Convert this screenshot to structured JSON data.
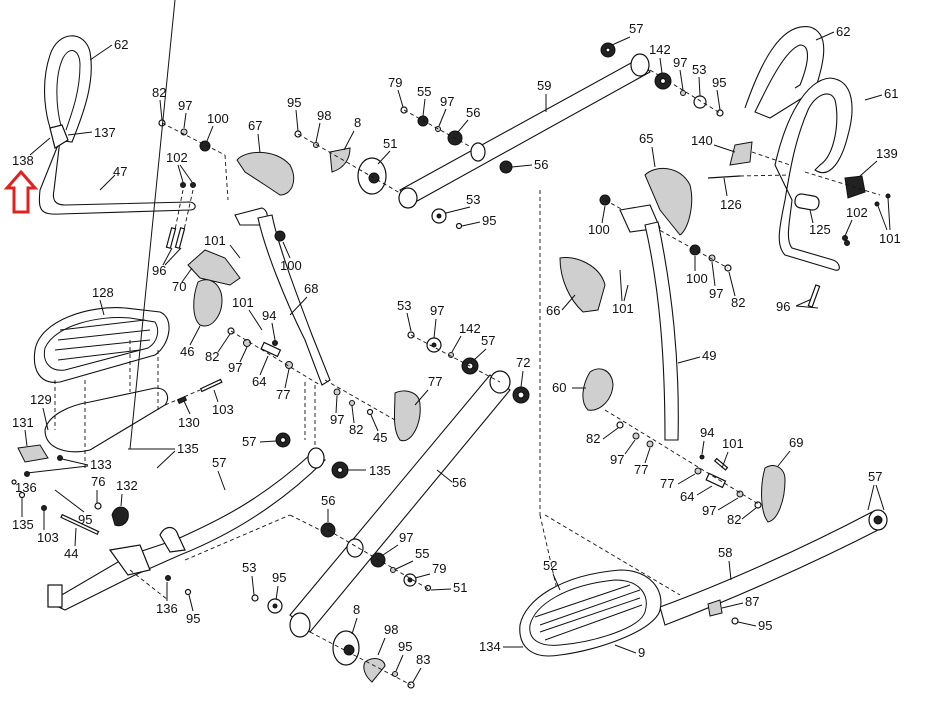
{
  "diagram": {
    "title": "Elliptical trainer exploded parts view",
    "highlight": {
      "part": "138",
      "marker": "up-arrow",
      "color": "#e0211f"
    },
    "labels": [
      {
        "id": "62-left",
        "text": "62"
      },
      {
        "id": "137",
        "text": "137"
      },
      {
        "id": "138",
        "text": "138"
      },
      {
        "id": "47",
        "text": "47"
      },
      {
        "id": "82-a",
        "text": "82"
      },
      {
        "id": "97-a",
        "text": "97"
      },
      {
        "id": "100-a",
        "text": "100"
      },
      {
        "id": "102-a",
        "text": "102"
      },
      {
        "id": "96-a",
        "text": "96"
      },
      {
        "id": "67",
        "text": "67"
      },
      {
        "id": "101-a",
        "text": "101"
      },
      {
        "id": "100-b",
        "text": "100"
      },
      {
        "id": "68",
        "text": "68"
      },
      {
        "id": "70",
        "text": "70"
      },
      {
        "id": "46",
        "text": "46"
      },
      {
        "id": "101-b",
        "text": "101"
      },
      {
        "id": "94-a",
        "text": "94"
      },
      {
        "id": "82-b",
        "text": "82"
      },
      {
        "id": "97-b",
        "text": "97"
      },
      {
        "id": "64-a",
        "text": "64"
      },
      {
        "id": "77-a",
        "text": "77"
      },
      {
        "id": "95-a",
        "text": "95"
      },
      {
        "id": "98-a",
        "text": "98"
      },
      {
        "id": "8-a",
        "text": "8"
      },
      {
        "id": "51-a",
        "text": "51"
      },
      {
        "id": "79-a",
        "text": "79"
      },
      {
        "id": "55-a",
        "text": "55"
      },
      {
        "id": "97-c",
        "text": "97"
      },
      {
        "id": "56-a",
        "text": "56"
      },
      {
        "id": "59",
        "text": "59"
      },
      {
        "id": "56-b",
        "text": "56"
      },
      {
        "id": "53-a",
        "text": "53"
      },
      {
        "id": "95-b",
        "text": "95"
      },
      {
        "id": "57-a",
        "text": "57"
      },
      {
        "id": "142-a",
        "text": "142"
      },
      {
        "id": "97-d",
        "text": "97"
      },
      {
        "id": "53-b",
        "text": "53"
      },
      {
        "id": "95-c",
        "text": "95"
      },
      {
        "id": "62-right",
        "text": "62"
      },
      {
        "id": "61",
        "text": "61"
      },
      {
        "id": "65",
        "text": "65"
      },
      {
        "id": "140",
        "text": "140"
      },
      {
        "id": "126",
        "text": "126"
      },
      {
        "id": "139",
        "text": "139"
      },
      {
        "id": "125",
        "text": "125"
      },
      {
        "id": "102-b",
        "text": "102"
      },
      {
        "id": "101-c",
        "text": "101"
      },
      {
        "id": "96-b",
        "text": "96"
      },
      {
        "id": "100-c",
        "text": "100"
      },
      {
        "id": "100-d",
        "text": "100"
      },
      {
        "id": "97-e",
        "text": "97"
      },
      {
        "id": "82-c",
        "text": "82"
      },
      {
        "id": "66",
        "text": "66"
      },
      {
        "id": "101-d",
        "text": "101"
      },
      {
        "id": "49",
        "text": "49"
      },
      {
        "id": "128",
        "text": "128"
      },
      {
        "id": "129",
        "text": "129"
      },
      {
        "id": "131",
        "text": "131"
      },
      {
        "id": "130",
        "text": "130"
      },
      {
        "id": "103-a",
        "text": "103"
      },
      {
        "id": "135-a",
        "text": "135"
      },
      {
        "id": "133",
        "text": "133"
      },
      {
        "id": "136-a",
        "text": "136"
      },
      {
        "id": "135-b",
        "text": "135"
      },
      {
        "id": "103-b",
        "text": "103"
      },
      {
        "id": "95-d",
        "text": "95"
      },
      {
        "id": "76",
        "text": "76"
      },
      {
        "id": "132",
        "text": "132"
      },
      {
        "id": "44",
        "text": "44"
      },
      {
        "id": "57-b",
        "text": "57"
      },
      {
        "id": "57-c",
        "text": "57"
      },
      {
        "id": "135-c",
        "text": "135"
      },
      {
        "id": "136-b",
        "text": "136"
      },
      {
        "id": "95-e",
        "text": "95"
      },
      {
        "id": "53-c",
        "text": "53"
      },
      {
        "id": "95-f",
        "text": "95"
      },
      {
        "id": "53-d",
        "text": "53"
      },
      {
        "id": "97-f",
        "text": "97"
      },
      {
        "id": "142-b",
        "text": "142"
      },
      {
        "id": "57-d",
        "text": "57"
      },
      {
        "id": "72",
        "text": "72"
      },
      {
        "id": "77-b",
        "text": "77"
      },
      {
        "id": "97-g",
        "text": "97"
      },
      {
        "id": "82-d",
        "text": "82"
      },
      {
        "id": "45",
        "text": "45"
      },
      {
        "id": "56-c",
        "text": "56"
      },
      {
        "id": "56-d",
        "text": "56"
      },
      {
        "id": "97-h",
        "text": "97"
      },
      {
        "id": "55-b",
        "text": "55"
      },
      {
        "id": "79-b",
        "text": "79"
      },
      {
        "id": "51-b",
        "text": "51"
      },
      {
        "id": "8-b",
        "text": "8"
      },
      {
        "id": "98-b",
        "text": "98"
      },
      {
        "id": "95-g",
        "text": "95"
      },
      {
        "id": "83",
        "text": "83"
      },
      {
        "id": "60",
        "text": "60"
      },
      {
        "id": "82-e",
        "text": "82"
      },
      {
        "id": "97-i",
        "text": "97"
      },
      {
        "id": "77-c",
        "text": "77"
      },
      {
        "id": "94-b",
        "text": "94"
      },
      {
        "id": "101-e",
        "text": "101"
      },
      {
        "id": "77-d",
        "text": "77"
      },
      {
        "id": "64-b",
        "text": "64"
      },
      {
        "id": "97-j",
        "text": "97"
      },
      {
        "id": "82-f",
        "text": "82"
      },
      {
        "id": "69",
        "text": "69"
      },
      {
        "id": "57-e",
        "text": "57"
      },
      {
        "id": "58",
        "text": "58"
      },
      {
        "id": "52",
        "text": "52"
      },
      {
        "id": "87",
        "text": "87"
      },
      {
        "id": "95-h",
        "text": "95"
      },
      {
        "id": "134",
        "text": "134"
      },
      {
        "id": "9",
        "text": "9"
      }
    ]
  }
}
